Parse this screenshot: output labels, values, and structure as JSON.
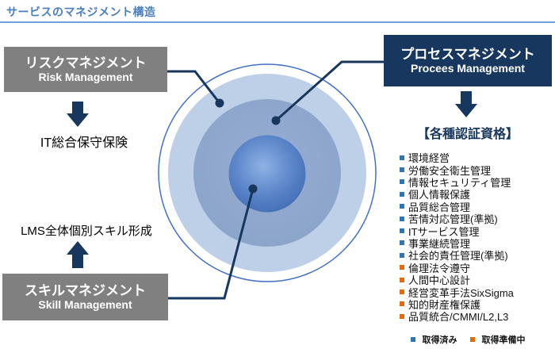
{
  "header": {
    "title": "サービスのマネジメント構造"
  },
  "left": {
    "risk_box": {
      "title_ja": "リスクマネジメント",
      "title_en": "Risk Management"
    },
    "risk_outcome": "IT総合保守保険",
    "skill_outcome": "LMS全体個別スキル形成",
    "skill_box": {
      "title_ja": "スキルマネジメント",
      "title_en": "Skill Management"
    }
  },
  "right": {
    "process_box": {
      "title_ja": "プロセスマネジメント",
      "title_en": "Procees Management"
    },
    "certifications": {
      "heading": "【各種認証資格】",
      "items": [
        {
          "label": "環境経営",
          "status": "acquired"
        },
        {
          "label": "労働安全衛生管理",
          "status": "acquired"
        },
        {
          "label": "情報セキュリティ管理",
          "status": "acquired"
        },
        {
          "label": "個人情報保護",
          "status": "acquired"
        },
        {
          "label": "品質総合管理",
          "status": "acquired"
        },
        {
          "label": "苦情対応管理(準拠)",
          "status": "acquired"
        },
        {
          "label": "ITサービス管理",
          "status": "acquired"
        },
        {
          "label": "事業継続管理",
          "status": "acquired"
        },
        {
          "label": "社会的責任管理(準拠)",
          "status": "acquired"
        },
        {
          "label": "倫理法令遵守",
          "status": "preparing"
        },
        {
          "label": "人間中心設計",
          "status": "preparing"
        },
        {
          "label": "経営変革手法SixSigma",
          "status": "preparing"
        },
        {
          "label": "知的財産権保護",
          "status": "preparing"
        },
        {
          "label": "品質統合/CMMI/L2,L3",
          "status": "preparing"
        }
      ],
      "legend": [
        {
          "label": "取得済み",
          "status": "acquired"
        },
        {
          "label": "取得準備中",
          "status": "preparing"
        }
      ]
    }
  },
  "colors": {
    "title_blue": "#4A7EBD",
    "rule_blue": "#6FA0D8",
    "box_gray": "#808080",
    "navy": "#17375E",
    "ring_outline": "#4472C4",
    "outer_ring_fill": "#BDD0E8",
    "middle_ring_fill": "#8FA8CE",
    "core_center": "#8FB2E4",
    "core_edge": "#3E6BB3",
    "bullet_acquired": "#2E75B6",
    "bullet_preparing": "#E36C0A"
  }
}
